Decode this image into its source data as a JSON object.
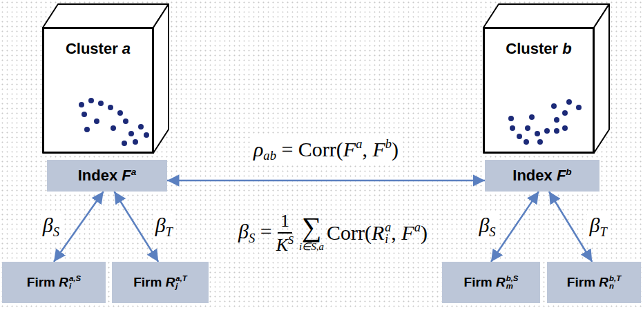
{
  "diagram": {
    "nodes": [
      {
        "text": [
          "Cluster a"
        ]
      },
      {
        "text": [
          "Cluster b"
        ]
      },
      {
        "text": [
          "Index Fa"
        ]
      },
      {
        "text": [
          "Index Fb"
        ]
      },
      {
        "text": [
          "Firm Ria,S"
        ]
      },
      {
        "text": [
          "Firm Rja,T"
        ]
      },
      {
        "text": [
          "Firm Rmb,S"
        ]
      },
      {
        "text": [
          "Firm Rnb,T"
        ]
      }
    ],
    "edges": [
      {
        "from": 2,
        "to": 3,
        "label": "ρab = Corr(Fa, Fb)",
        "arrow": "both"
      },
      {
        "from": 2,
        "to": 4,
        "label": "βS",
        "arrow": "both"
      },
      {
        "from": 2,
        "to": 5,
        "label": "βT",
        "arrow": "both"
      },
      {
        "from": 3,
        "to": 6,
        "label": "βS",
        "arrow": "both"
      },
      {
        "from": 3,
        "to": 7,
        "label": "βT",
        "arrow": "both"
      }
    ],
    "labels": [
      "βS =",
      "1",
      "KS",
      "∑",
      "i∈S,a",
      "Corr(Ria, Fa)"
    ]
  }
}
